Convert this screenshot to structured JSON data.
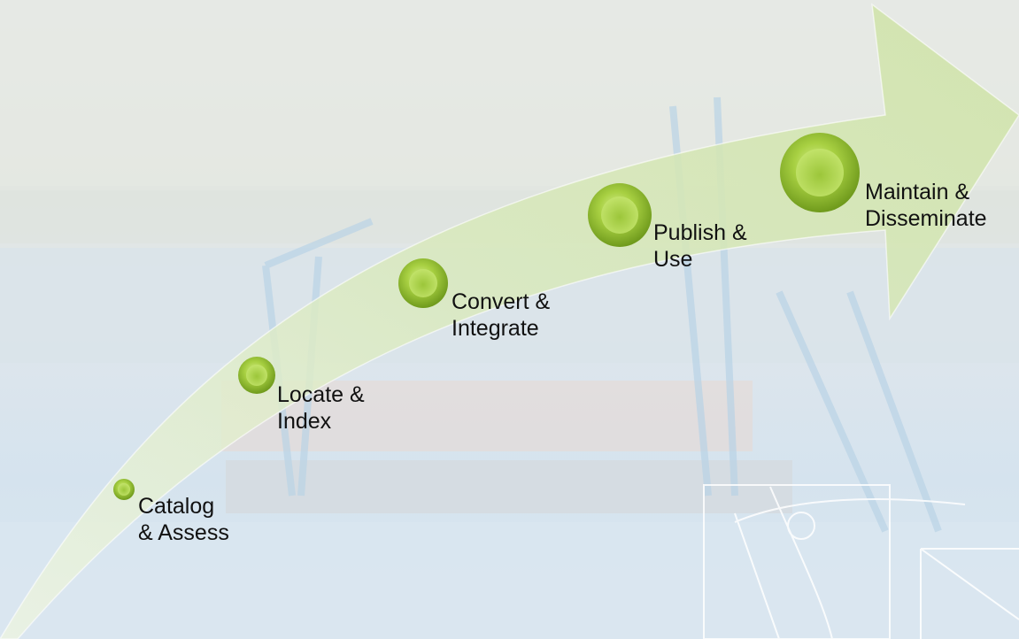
{
  "diagram": {
    "arrow_color": "#d7e8b9",
    "node_color": "#8fbd2e",
    "node_highlight": "#d4ef8c",
    "background_tint": "#dfe7ec",
    "steps": [
      {
        "label": "Catalog\n& Assess",
        "order": 1
      },
      {
        "label": "Locate &\nIndex",
        "order": 2
      },
      {
        "label": "Convert &\nIntegrate",
        "order": 3
      },
      {
        "label": "Publish &\nUse",
        "order": 4
      },
      {
        "label": "Maintain &\nDisseminate",
        "order": 5
      }
    ]
  }
}
